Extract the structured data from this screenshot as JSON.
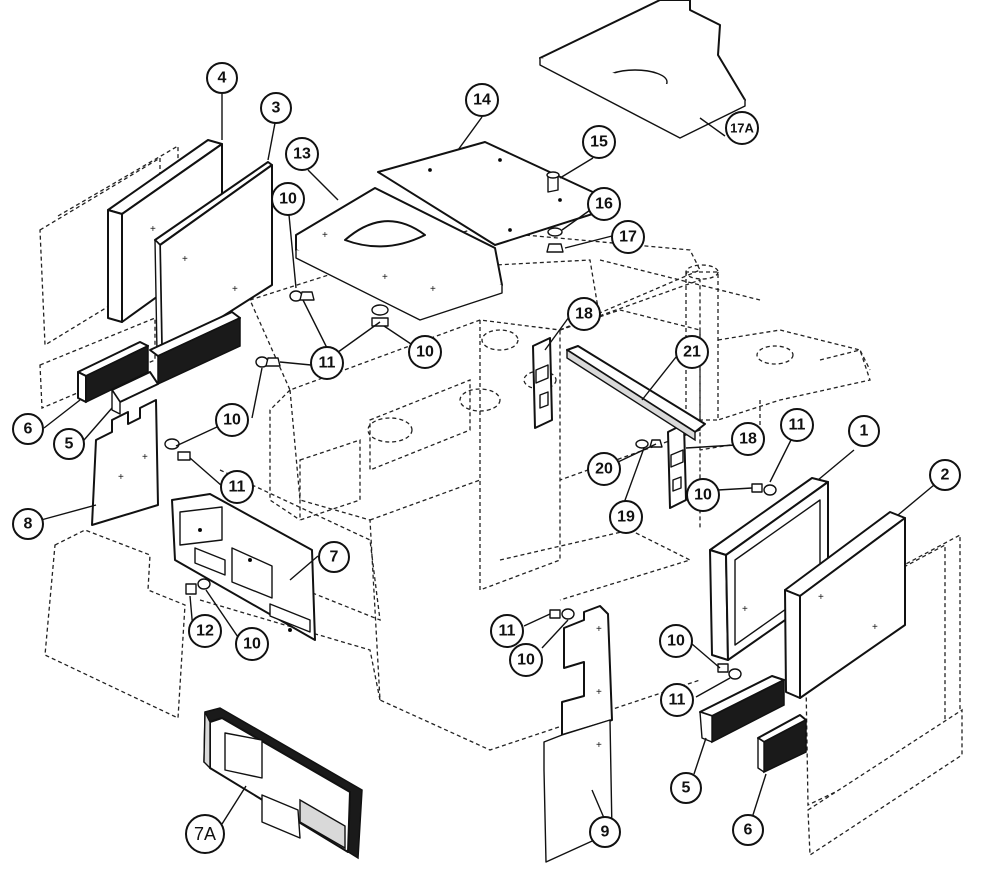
{
  "callouts": {
    "c1": "1",
    "c2": "2",
    "c3": "3",
    "c4": "4",
    "c5a": "5",
    "c5b": "5",
    "c6a": "6",
    "c6b": "6",
    "c7": "7",
    "c7a": "7A",
    "c8": "8",
    "c9": "9",
    "c10a": "10",
    "c10b": "10",
    "c10c": "10",
    "c10d": "10",
    "c10e": "10",
    "c10f": "10",
    "c10g": "10",
    "c10h": "10",
    "c11a": "11",
    "c11b": "11",
    "c11c": "11",
    "c11d": "11",
    "c11e": "11",
    "c11f": "11",
    "c12": "12",
    "c13": "13",
    "c14": "14",
    "c15": "15",
    "c16": "16",
    "c17": "17",
    "c17a": "17A",
    "c18a": "18",
    "c18b": "18",
    "c19": "19",
    "c20": "20",
    "c21": "21"
  }
}
